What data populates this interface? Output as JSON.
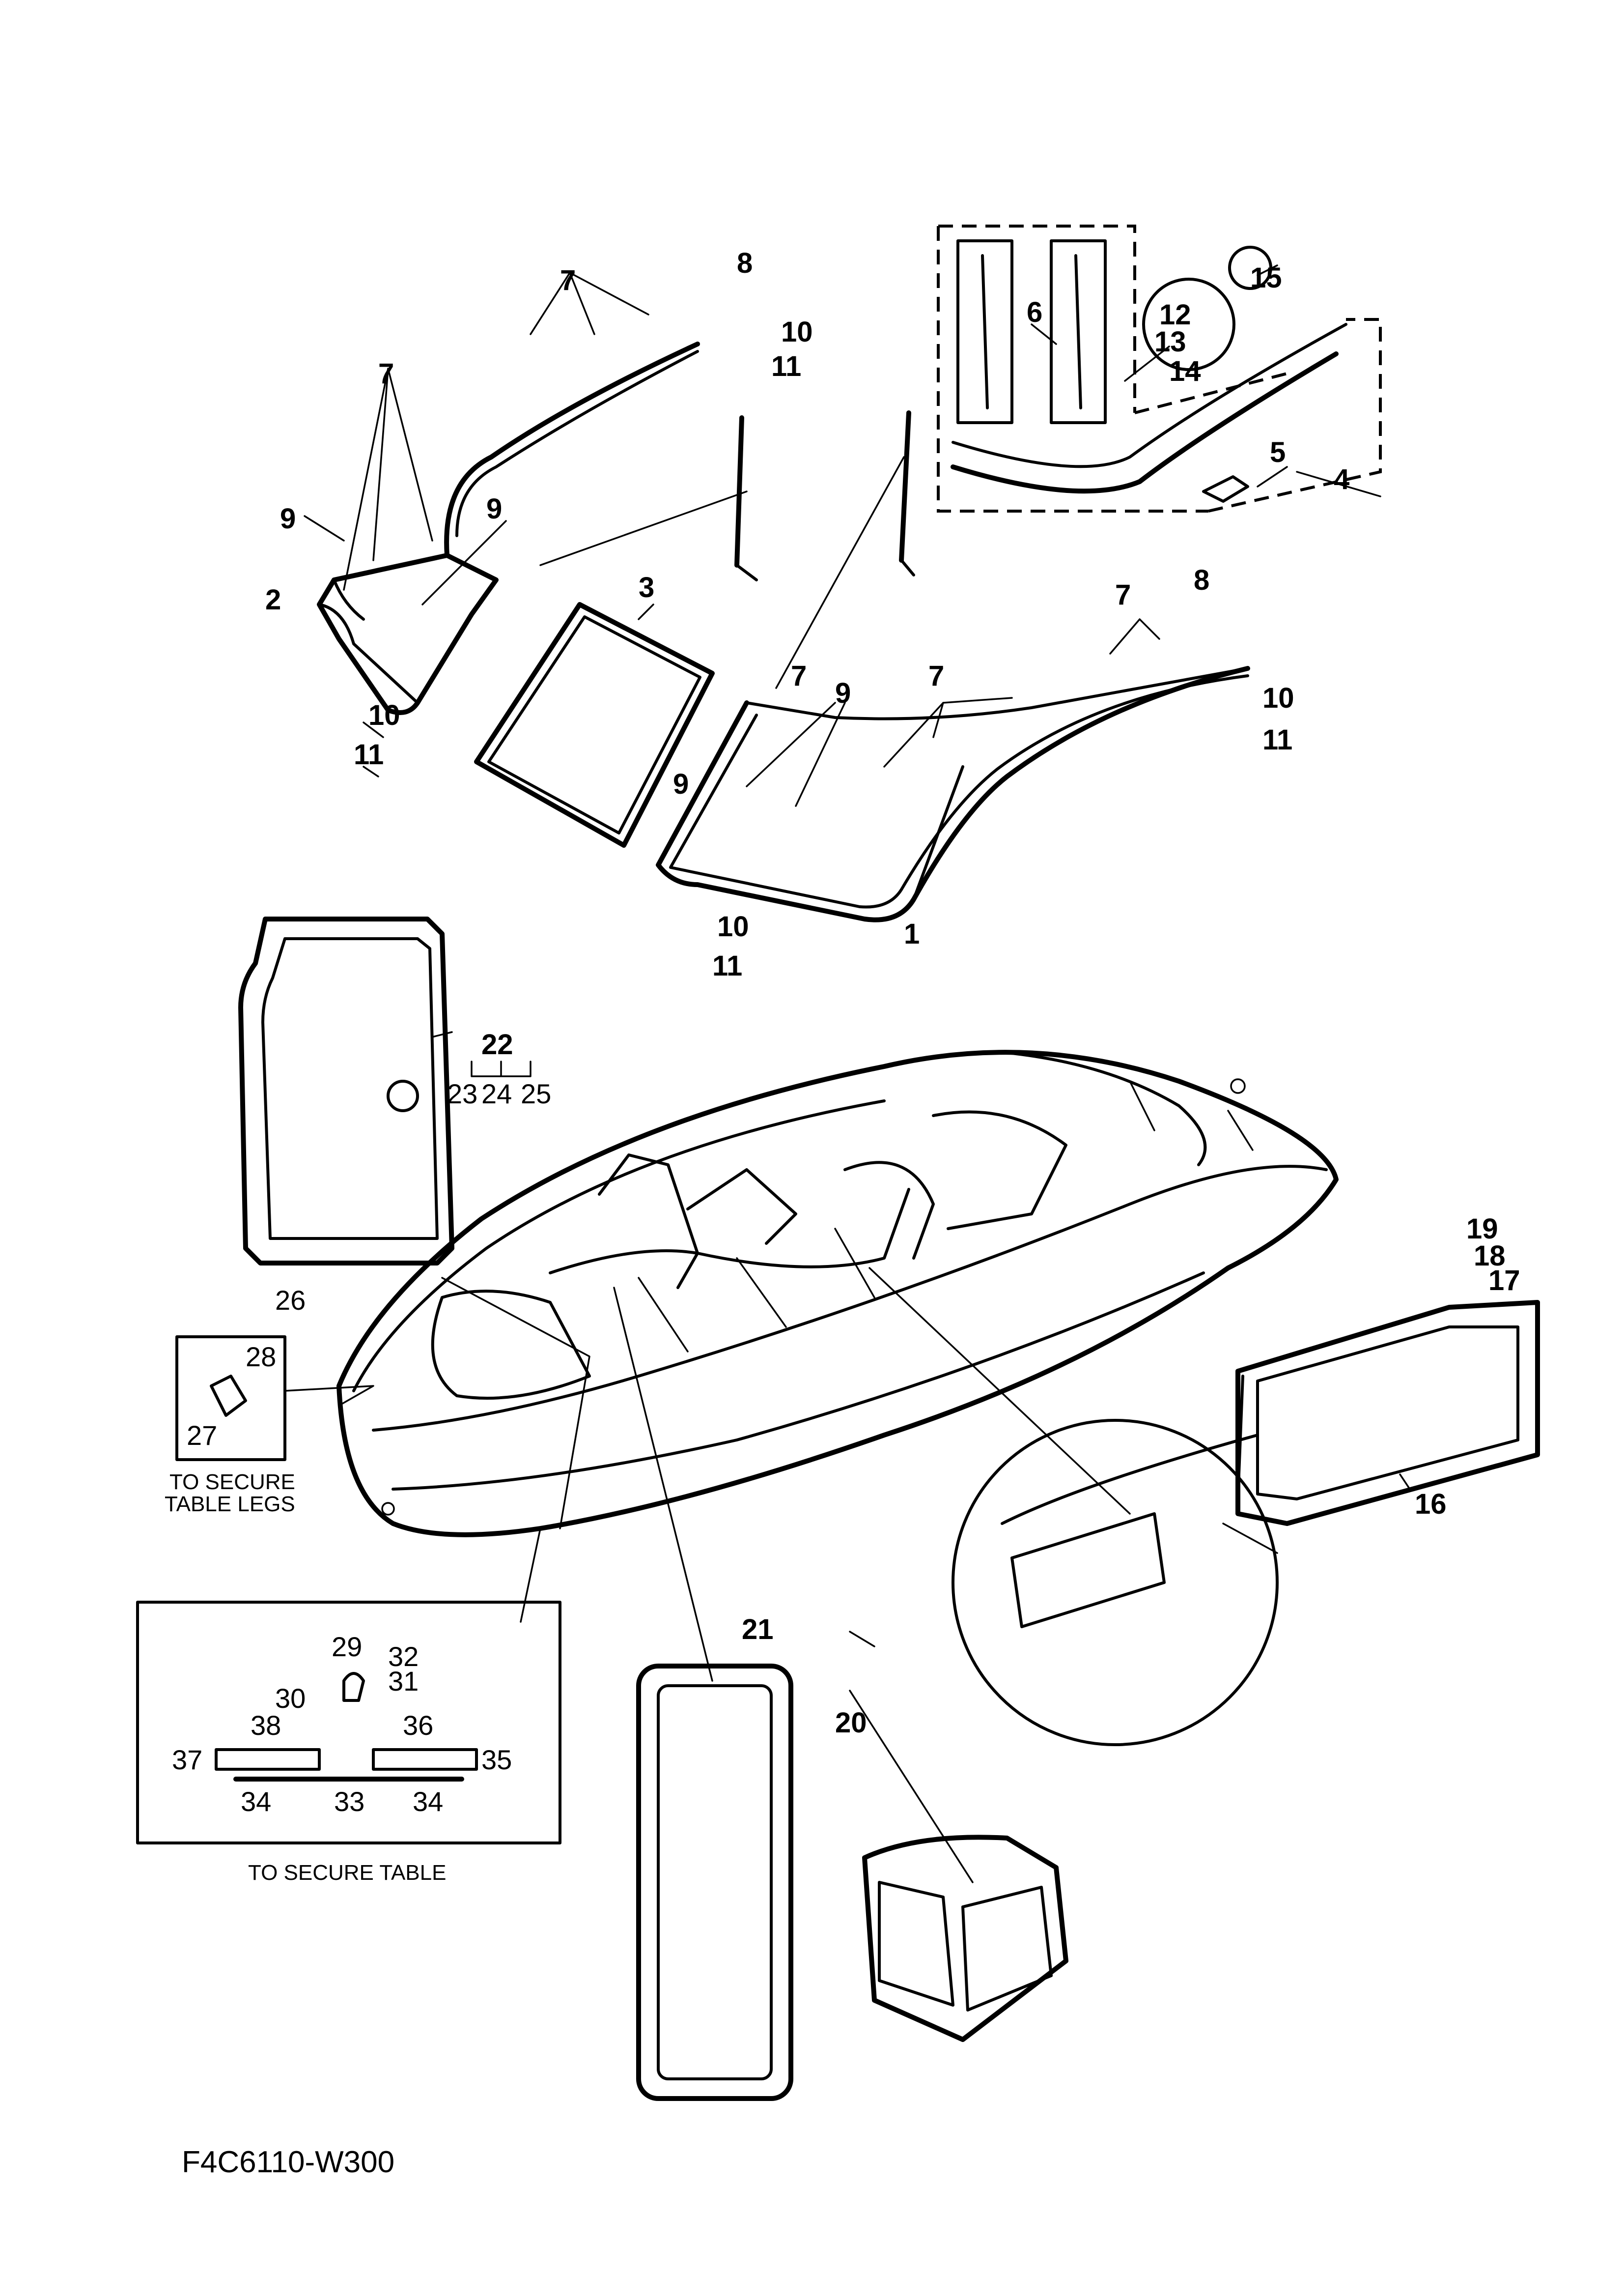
{
  "figure_code": "F4C6110-W300",
  "callouts": {
    "c1": "1",
    "c2": "2",
    "c3": "3",
    "c4": "4",
    "c5": "5",
    "c6": "6",
    "c7a": "7",
    "c7b": "7",
    "c7c": "7",
    "c7d": "7",
    "c7e": "7",
    "c8a": "8",
    "c8b": "8",
    "c9a": "9",
    "c9b": "9",
    "c9c": "9",
    "c9d": "9",
    "c10a": "10",
    "c10b": "10",
    "c10c": "10",
    "c10d": "10",
    "c11a": "11",
    "c11b": "11",
    "c11c": "11",
    "c11d": "11",
    "c12": "12",
    "c13": "13",
    "c14": "14",
    "c15": "15",
    "c16": "16",
    "c17": "17",
    "c18": "18",
    "c19": "19",
    "c20": "20",
    "c21": "21",
    "c22": "22",
    "c23": "23",
    "c24": "24",
    "c25": "25",
    "c26": "26",
    "c27": "27",
    "c28": "28",
    "c29": "29",
    "c30": "30",
    "c31": "31",
    "c32": "32",
    "c33": "33",
    "c34a": "34",
    "c34b": "34",
    "c35": "35",
    "c36": "36",
    "c37": "37",
    "c38": "38"
  },
  "notes": {
    "table_legs_line1": "TO SECURE",
    "table_legs_line2": "TABLE LEGS",
    "table": "TO SECURE TABLE"
  }
}
